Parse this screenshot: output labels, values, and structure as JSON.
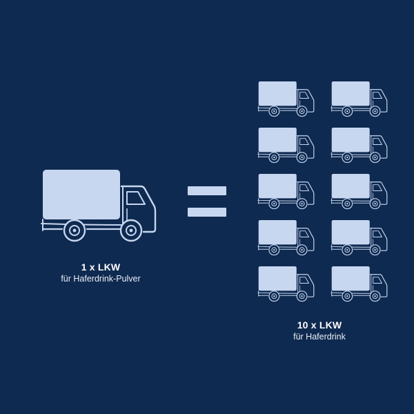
{
  "colors": {
    "background": "#0f2a50",
    "truck_fill": "#c8d7f0",
    "truck_outline": "#c8d7f0",
    "text": "#ffffff"
  },
  "left_group": {
    "truck_count": 1,
    "icon": "truck-icon",
    "title": "1 x LKW",
    "subtitle": "für Haferdrink-Pulver"
  },
  "equals_sign": {
    "icon": "equals-sign"
  },
  "right_group": {
    "truck_count": 10,
    "icon": "truck-icon",
    "title": "10 x LKW",
    "subtitle": "für Haferdrink"
  }
}
